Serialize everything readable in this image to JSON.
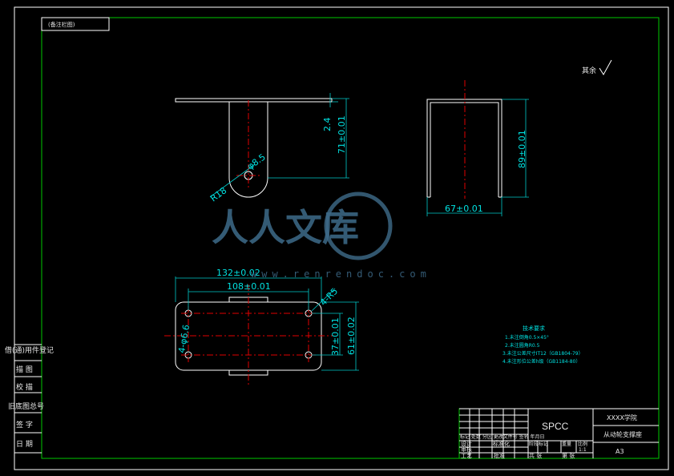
{
  "corner_label": "(备注栏图)",
  "roughness_note": "其余",
  "dimensions": {
    "plate_thickness": "2.4",
    "height_71": "71±0.01",
    "radius_r18": "R18",
    "hole_dia_8_5": "φ8.5",
    "height_89": "89±0.01",
    "width_67": "67±0.01",
    "length_132": "132±0.02",
    "hole_spacing_108": "108±0.01",
    "holes_4_r5": "4-R5",
    "holes_4_d6": "4-φ6.6",
    "hole_spacing_37": "37±0.01",
    "width_61": "61±0.02"
  },
  "tech_requirements": {
    "title": "技术要求",
    "items": [
      "1.未注倒角0.5×45°",
      "2.未注圆角R0.5",
      "3.未注公差尺寸IT12（GB1804-79）",
      "4.未注形位公差h级（GB1184-80）"
    ]
  },
  "side_table": [
    "借(通)用件登记",
    "描  图",
    "校  描",
    "旧底图总号",
    "签  字",
    "日  期"
  ],
  "title_block": {
    "material": "SPCC",
    "school": "XXXX学院",
    "part_name": "从动轮支撑座",
    "sheet_size": "A3",
    "scale": "1:1",
    "header_row": "标记 处数 分区 更改文件号 签名 年月日",
    "labels": {
      "designer": "设计",
      "standardize": "标准化",
      "stage_mark": "阶段标记",
      "weight": "重量",
      "scale_label": "比例",
      "review": "审核",
      "process": "工艺",
      "approve": "批准",
      "sheets_total": "共  张",
      "sheet_no": "第  张"
    }
  },
  "watermark": {
    "text": "人人文库",
    "url": "www.renrendoc.com"
  }
}
